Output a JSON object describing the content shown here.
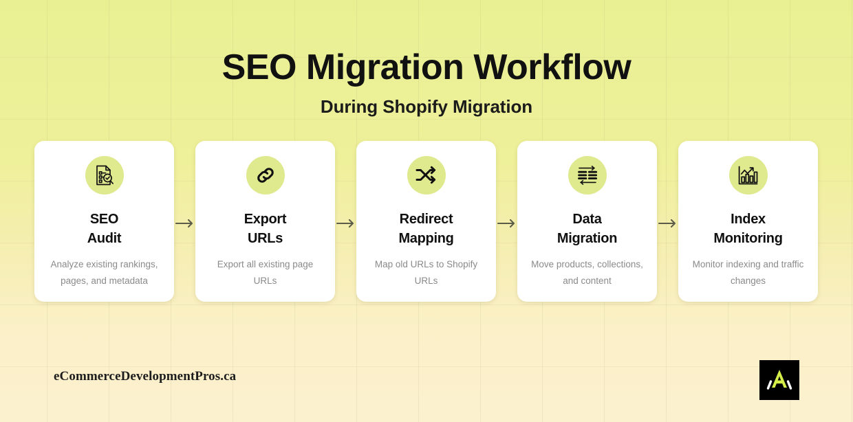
{
  "header": {
    "title": "SEO Migration Workflow",
    "subtitle": "During Shopify Migration"
  },
  "steps": [
    {
      "icon": "document-audit-icon",
      "title": "SEO\nAudit",
      "description": "Analyze existing rankings, pages, and metadata"
    },
    {
      "icon": "link-chain-icon",
      "title": "Export\nURLs",
      "description": "Export all existing page URLs"
    },
    {
      "icon": "shuffle-arrows-icon",
      "title": "Redirect\nMapping",
      "description": "Map old URLs to Shopify URLs"
    },
    {
      "icon": "data-transfer-icon",
      "title": "Data\nMigration",
      "description": "Move products, collections, and content"
    },
    {
      "icon": "bar-chart-trend-icon",
      "title": "Index\nMonitoring",
      "description": "Monitor indexing and traffic changes"
    }
  ],
  "connectors": [
    {
      "icon": "arrow-right-icon"
    },
    {
      "icon": "arrow-right-icon"
    },
    {
      "icon": "arrow-right-icon"
    },
    {
      "icon": "arrow-right-icon"
    }
  ],
  "footer": {
    "brand": "eCommerceDevelopmentPros.ca",
    "logo_icon": "brand-logo-icon"
  },
  "colors": {
    "background_top": "#e9f093",
    "background_bottom": "#fcf1cf",
    "card_background": "#ffffff",
    "icon_circle": "#dfe98e",
    "title_text": "#111111",
    "description_text": "#8a8a8a",
    "arrow": "#5c5c4a",
    "logo_background": "#000000",
    "logo_mark": "#d6ee4a"
  }
}
